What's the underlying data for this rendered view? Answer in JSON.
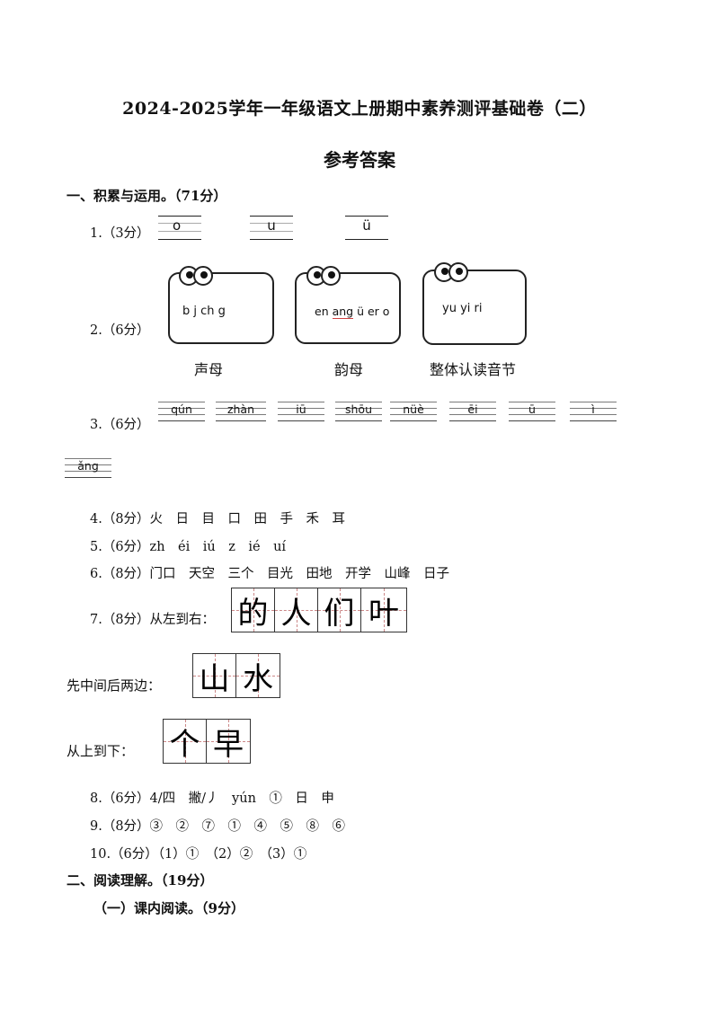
{
  "header": {
    "title": "2024-2025学年一年级语文上册期中素养测评基础卷（二）",
    "subtitle": "参考答案"
  },
  "section1": {
    "heading": "一、积累与运用。（71分）",
    "q1": {
      "label": "1.（3分）",
      "answers": [
        "o",
        "u",
        "ü"
      ]
    },
    "q2": {
      "label": "2.（6分）",
      "boxes": [
        {
          "content": "b j ch g",
          "caption": "声母"
        },
        {
          "content_parts": [
            "en ",
            "ang",
            " ü er o"
          ],
          "caption": "韵母"
        },
        {
          "content": "yu yi ri",
          "caption": "整体认读音节"
        }
      ]
    },
    "q3": {
      "label": "3.（6分）",
      "answers": [
        "qún",
        "zhàn",
        "iū",
        "shōu",
        "nüè",
        "ēi",
        "ū",
        "ì",
        "ǎng"
      ]
    },
    "q4": "4.（8分）火　日　目　口　田　手　禾　耳",
    "q5": "5.（6分）zh　éi　iú　z　ié　uí",
    "q6": "6.（8分）门口　天空　三个　目光　田地　开学　山峰　日子",
    "q7": {
      "label": "7.（8分）从左到右：",
      "row1": [
        "的",
        "人",
        "们",
        "叶"
      ],
      "label2": "先中间后两边：",
      "row2": [
        "山",
        "水"
      ],
      "label3": "从上到下：",
      "row3": [
        "个",
        "早"
      ]
    },
    "q8": "8.（6分）4/四　撇/丿　yún　①　日　申",
    "q9": "9.（8分）③　②　⑦　①　④　⑤　⑧　⑥",
    "q10": "10.（6分）（1）①　（2）②　（3）①"
  },
  "section2": {
    "heading": "二、阅读理解。（19分）",
    "sub1": "（一）课内阅读。（9分）"
  }
}
